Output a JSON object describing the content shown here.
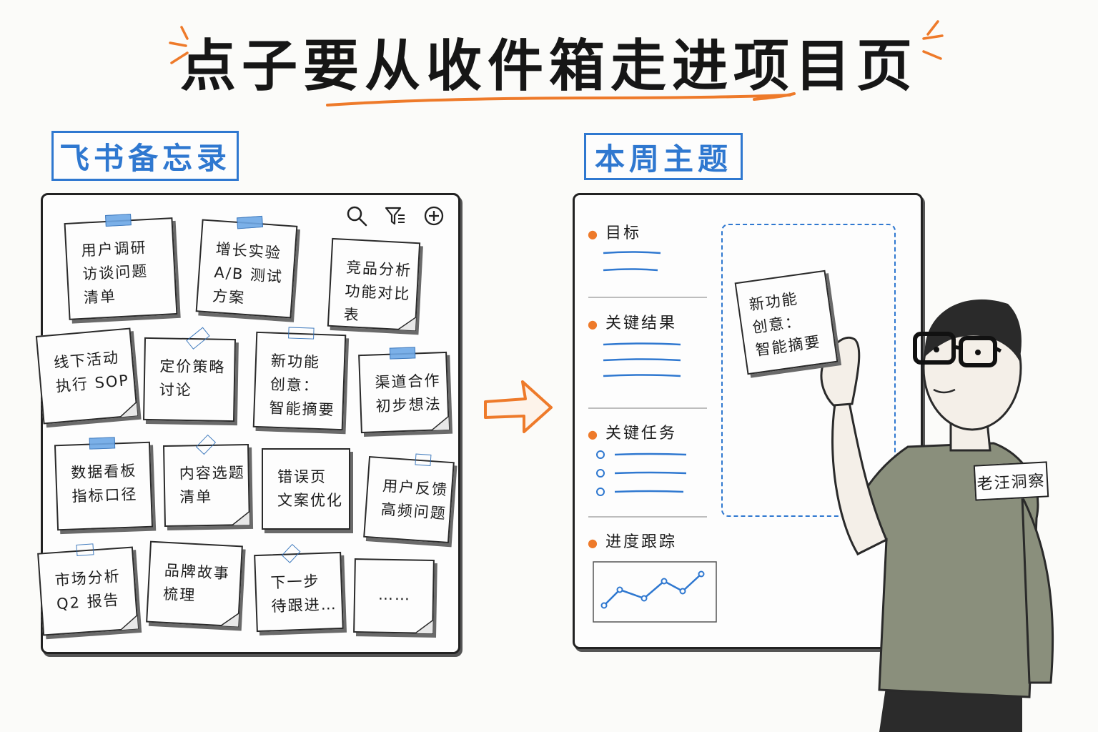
{
  "title": "点子要从收件箱走进项目页",
  "left_label": "飞书备忘录",
  "right_label": "本周主题",
  "toolbar": {
    "search_icon": "search-icon",
    "filter_icon": "filter-icon",
    "add_icon": "add-circle-icon"
  },
  "notes": [
    {
      "lines": [
        "用户调研",
        "访谈问题",
        "清单"
      ]
    },
    {
      "lines": [
        "增长实验",
        "A/B 测试",
        "方案"
      ]
    },
    {
      "lines": [
        "竞品分析",
        "功能对比",
        "表"
      ]
    },
    {
      "lines": [
        "线下活动",
        "执行 SOP"
      ]
    },
    {
      "lines": [
        "定价策略",
        "讨论"
      ]
    },
    {
      "lines": [
        "新功能",
        "创意：",
        "智能摘要"
      ]
    },
    {
      "lines": [
        "渠道合作",
        "初步想法"
      ]
    },
    {
      "lines": [
        "数据看板",
        "指标口径"
      ]
    },
    {
      "lines": [
        "内容选题",
        "清单"
      ]
    },
    {
      "lines": [
        "错误页",
        "文案优化"
      ]
    },
    {
      "lines": [
        "用户反馈",
        "高频问题"
      ]
    },
    {
      "lines": [
        "市场分析",
        "Q2 报告"
      ]
    },
    {
      "lines": [
        "品牌故事",
        "梳理"
      ]
    },
    {
      "lines": [
        "下一步",
        "待跟进…"
      ]
    },
    {
      "lines": [
        "……"
      ]
    }
  ],
  "board": {
    "sections": [
      {
        "title": "目标"
      },
      {
        "title": "关键结果"
      },
      {
        "title": "关键任务"
      },
      {
        "title": "进度跟踪"
      }
    ],
    "held_note": [
      "新功能",
      "创意：",
      "智能摘要"
    ]
  },
  "badge": "老汪洞察",
  "colors": {
    "accent_blue": "#2f78d0",
    "accent_orange": "#ee7a2a",
    "shirt": "#8a8f7c"
  }
}
